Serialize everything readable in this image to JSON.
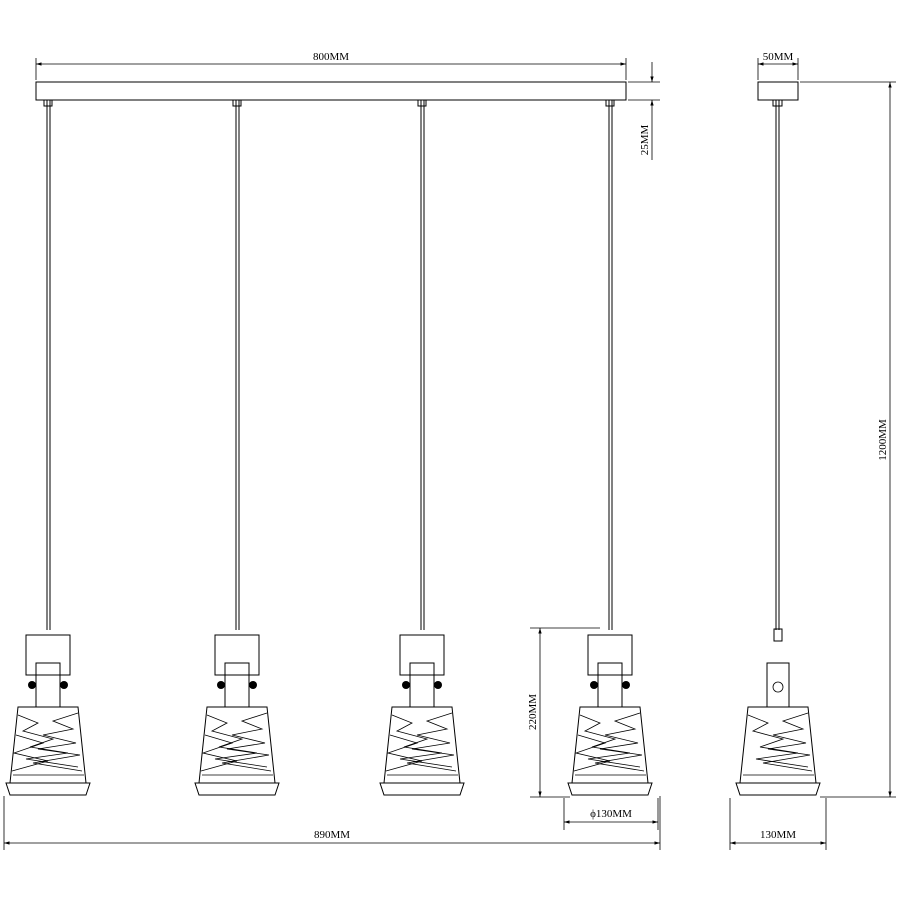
{
  "dimensions": {
    "canopy_length": "800MM",
    "canopy_depth": "50MM",
    "canopy_height": "25MM",
    "total_height": "1200MM",
    "shade_height": "220MM",
    "shade_diameter": "ϕ130MM",
    "total_length": "890MM",
    "side_width": "130MM"
  },
  "lamps": {
    "front_view_count": 4,
    "side_view_count": 1
  },
  "colors": {
    "line": "#000000",
    "background": "#ffffff"
  }
}
